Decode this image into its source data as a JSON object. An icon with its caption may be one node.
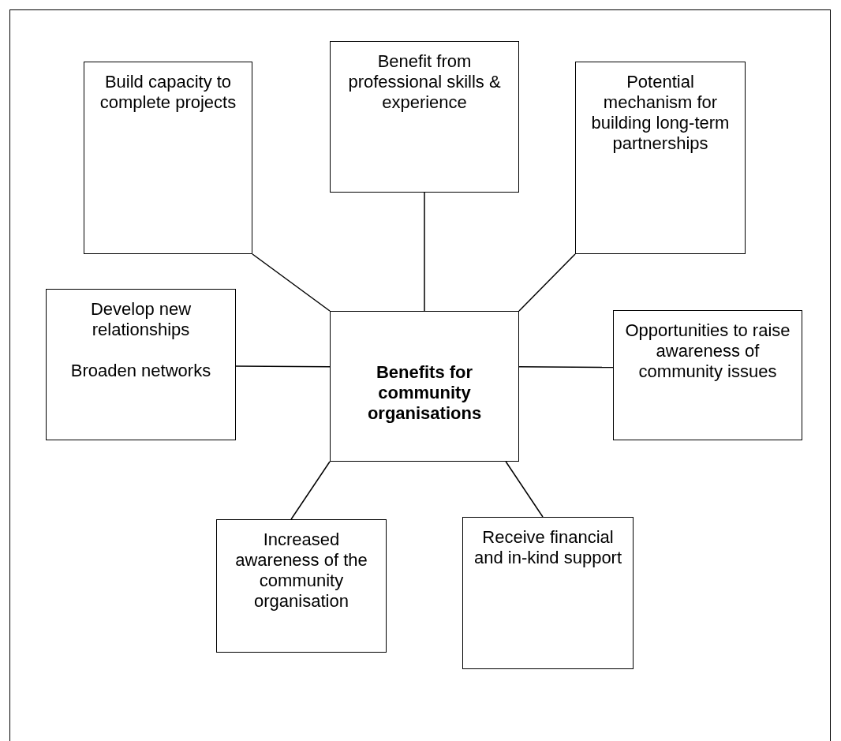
{
  "diagram": {
    "nodes": [
      {
        "text": [
          "Build capacity to complete projects"
        ]
      },
      {
        "text": [
          "Benefit from professional skills & experience"
        ]
      },
      {
        "text": [
          "Potential mechanism for building long-term partnerships"
        ]
      },
      {
        "text": [
          "Develop new relationships",
          "Broaden networks"
        ]
      },
      {
        "text": [
          "Benefits for community organisations"
        ]
      },
      {
        "text": [
          "Opportunities to raise awareness of community issues"
        ]
      },
      {
        "text": [
          "Increased awareness of the community organisation"
        ]
      },
      {
        "text": [
          "Receive financial and in-kind support"
        ]
      }
    ],
    "edges": [
      {
        "from": 4,
        "to": 0,
        "arrow": "none"
      },
      {
        "from": 4,
        "to": 1,
        "arrow": "none"
      },
      {
        "from": 4,
        "to": 2,
        "arrow": "none"
      },
      {
        "from": 4,
        "to": 3,
        "arrow": "none"
      },
      {
        "from": 4,
        "to": 5,
        "arrow": "none"
      },
      {
        "from": 4,
        "to": 6,
        "arrow": "none"
      },
      {
        "from": 4,
        "to": 7,
        "arrow": "none"
      }
    ]
  }
}
